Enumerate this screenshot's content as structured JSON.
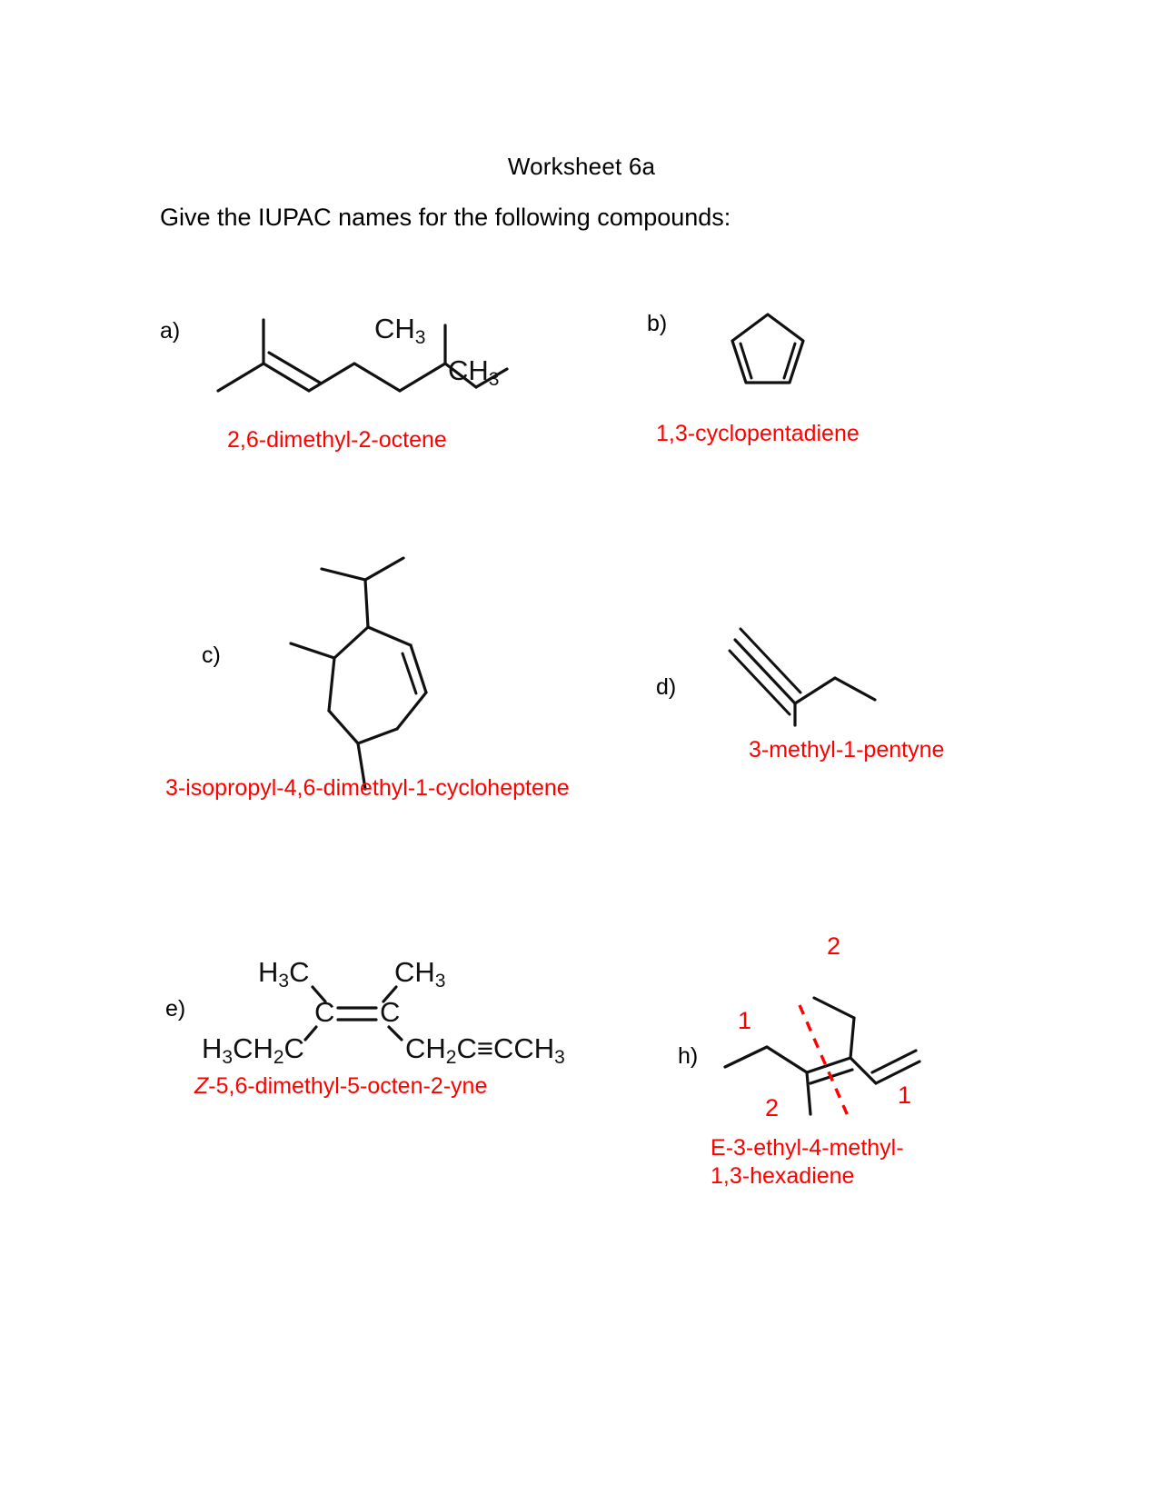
{
  "document": {
    "title": "Worksheet 6a",
    "instruction": "Give the IUPAC names for the following compounds:"
  },
  "colors": {
    "answer_red": "#ff0000",
    "structure_black": "#111111",
    "page_background": "#ffffff"
  },
  "problems": [
    {
      "key": "a",
      "letter": "a)",
      "structure_type": "skeletal",
      "structure_labels": [
        "CH3",
        "CH3"
      ],
      "answer": "2,6-dimethyl-2-octene",
      "answer_prefix_italic": ""
    },
    {
      "key": "b",
      "letter": "b)",
      "structure_type": "cyclopentadiene-ring",
      "structure_labels": [],
      "answer": "1,3-cyclopentadiene",
      "answer_prefix_italic": ""
    },
    {
      "key": "c",
      "letter": "c)",
      "structure_type": "cycloheptene-ring",
      "structure_labels": [],
      "answer": "3-isopropyl-4,6-dimethyl-1-cycloheptene",
      "answer_prefix_italic": ""
    },
    {
      "key": "d",
      "letter": "d)",
      "structure_type": "alkyne-skeletal",
      "structure_labels": [],
      "answer": "3-methyl-1-pentyne",
      "answer_prefix_italic": ""
    },
    {
      "key": "e",
      "letter": "e)",
      "structure_type": "condensed-alkene-alkyne",
      "structure_labels": [
        "H3C",
        "CH3",
        "H3CH2C",
        "CH2C",
        "CCH3",
        "C",
        "C"
      ],
      "answer": "-5,6-dimethyl-5-octen-2-yne",
      "answer_prefix_italic": "Z"
    },
    {
      "key": "h",
      "letter": "h)",
      "structure_type": "diene-skeletal-with-priority-marks",
      "structure_labels": [],
      "priority_numbers": [
        "1",
        "2",
        "2",
        "1"
      ],
      "answer_line1": "-3-ethyl-4-methyl-",
      "answer_line2": "1,3-hexadiene",
      "answer_prefix_italic": "E"
    }
  ],
  "structure_a": {
    "label_right_upper": {
      "main": "CH",
      "sub": "3"
    },
    "label_right_lower": {
      "main": "CH",
      "sub": "3"
    }
  },
  "structure_e": {
    "top_left": {
      "main": "H",
      "sub": "3",
      "tail": "C"
    },
    "top_right": {
      "main": "CH",
      "sub": "3"
    },
    "center_left_atom": "C",
    "center_right_atom": "C",
    "bottom_left": {
      "p1": "H",
      "s1": "3",
      "p2": "CH",
      "s2": "2",
      "p3": "C"
    },
    "bottom_right": {
      "p1": "CH",
      "s1": "2",
      "p2": "C",
      "p3": "CCH",
      "s3": "3"
    }
  },
  "structure_h": {
    "num_left_top": "1",
    "num_right_top": "2",
    "num_left_bottom": "2",
    "num_right_bottom": "1"
  }
}
